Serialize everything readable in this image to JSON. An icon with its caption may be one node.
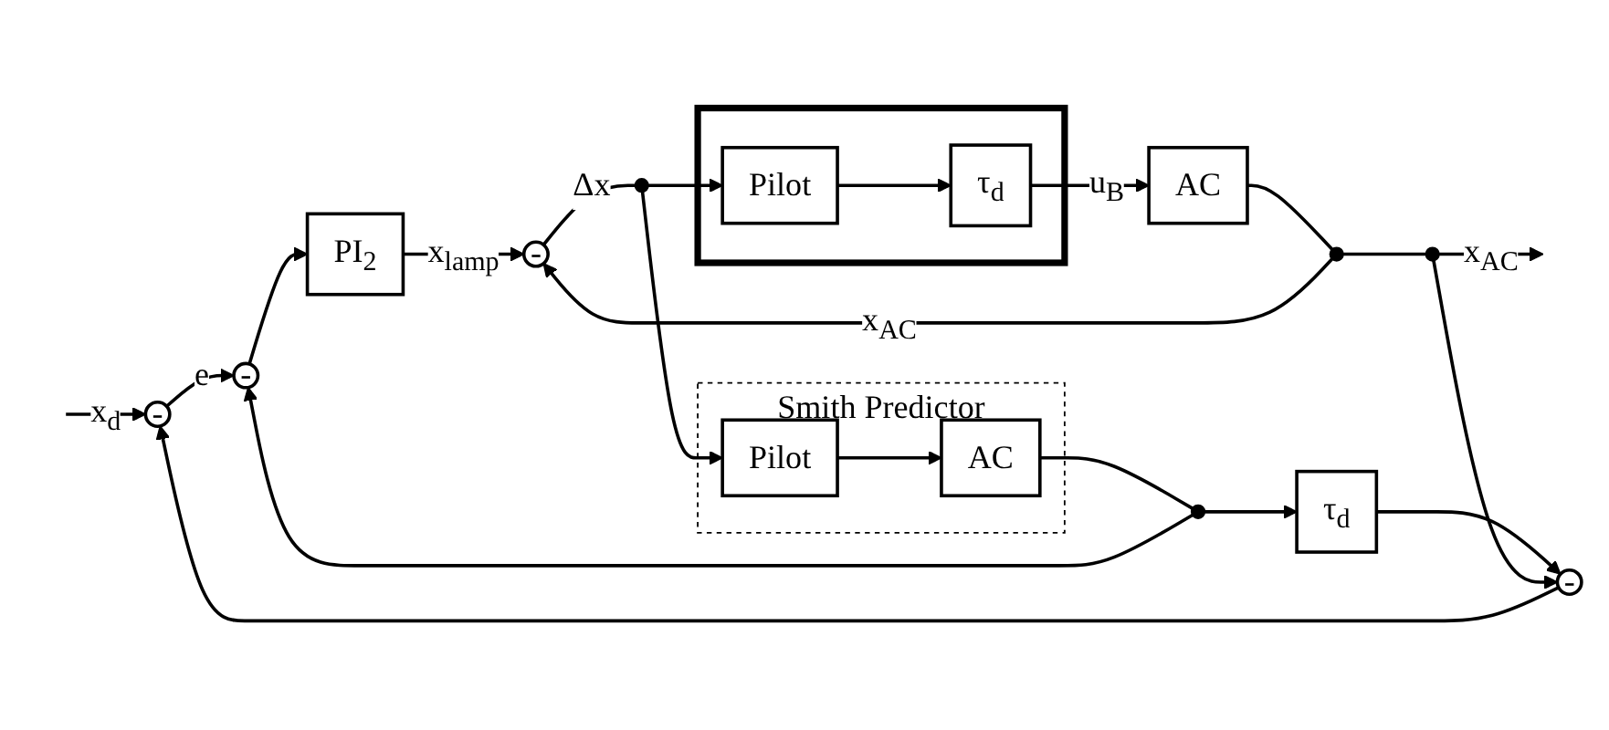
{
  "diagram": {
    "nodes": [
      {
        "text": [
          "-"
        ]
      },
      {
        "text": [
          "-"
        ]
      },
      {
        "text": [
          "PI$_{2}$"
        ]
      },
      {
        "text": [
          "-"
        ]
      },
      {
        "text": [],
        "shape": "dot"
      },
      {
        "text": [],
        "shape": "box"
      },
      {
        "text": [
          "Pilot"
        ],
        "in": 5
      },
      {
        "text": [
          "τ$_{d}$"
        ],
        "in": 5
      },
      {
        "text": [
          "AC"
        ]
      },
      {
        "text": [],
        "shape": "dot"
      },
      {
        "text": [],
        "shape": "dot"
      },
      {
        "text": [
          "Smith Predictor"
        ]
      },
      {
        "text": [
          "Pilot"
        ],
        "in": 11
      },
      {
        "text": [
          "AC"
        ],
        "in": 11
      },
      {
        "text": [],
        "shape": "dot"
      },
      {
        "text": [
          "τ$_{d}$"
        ]
      },
      {
        "text": [
          "-"
        ]
      }
    ],
    "edges": [
      {
        "from": null,
        "to": 0,
        "arrow": "to",
        "label": "x$_{d}$"
      },
      {
        "from": 0,
        "to": 1,
        "arrow": "to",
        "label": "e"
      },
      {
        "from": 1,
        "to": 2,
        "arrow": "to"
      },
      {
        "from": 2,
        "to": 3,
        "arrow": "to",
        "label": "x$_{lamp}$"
      },
      {
        "from": 3,
        "to": 4,
        "arrow": "none",
        "label": "Δx"
      },
      {
        "from": 4,
        "to": 6,
        "arrow": "to"
      },
      {
        "from": 6,
        "to": 7,
        "arrow": "to"
      },
      {
        "from": 7,
        "to": 8,
        "arrow": "to",
        "label": "u$_{B}$"
      },
      {
        "from": 8,
        "to": 9,
        "arrow": "none"
      },
      {
        "from": 9,
        "to": 10,
        "arrow": "none"
      },
      {
        "from": 10,
        "to": null,
        "arrow": "to",
        "label": "x$_{AC}$"
      },
      {
        "from": 9,
        "to": 3,
        "arrow": "to",
        "label": "x$_{AC}$"
      },
      {
        "from": 4,
        "to": 12,
        "arrow": "to"
      },
      {
        "from": 12,
        "to": 13,
        "arrow": "to"
      },
      {
        "from": 13,
        "to": 14,
        "arrow": "none"
      },
      {
        "from": 14,
        "to": 15,
        "arrow": "to"
      },
      {
        "from": 15,
        "to": 16,
        "arrow": "to"
      },
      {
        "from": 10,
        "to": 16,
        "arrow": "to"
      },
      {
        "from": 14,
        "to": 1,
        "arrow": "to"
      },
      {
        "from": 16,
        "to": 0,
        "arrow": "to"
      }
    ]
  }
}
